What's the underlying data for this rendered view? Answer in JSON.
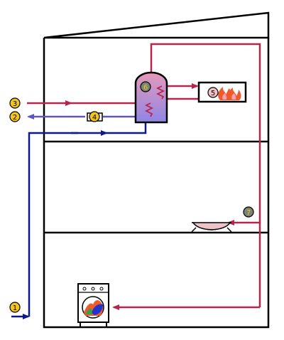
{
  "markers": [
    {
      "id": "m1",
      "label": "1"
    },
    {
      "id": "m2",
      "label": "2"
    },
    {
      "id": "m3",
      "label": "3"
    },
    {
      "id": "m4",
      "label": "4"
    },
    {
      "id": "m5",
      "label": "5"
    },
    {
      "id": "m6",
      "label": "6"
    },
    {
      "id": "m7",
      "label": "7"
    }
  ],
  "colors": {
    "hot_pipe": "#b5254e",
    "cold_pipe": "#0d1a8a",
    "return_pipe": "#5a58b8",
    "outline": "#000000",
    "marker_yellow": "#f4c51a",
    "marker_gray": "#7a8577",
    "tank_top": "#e59ab8",
    "tank_bottom": "#8f86e6",
    "basin_fill": "#efc2c8",
    "fire_outer": "#ef5a2c",
    "fire_inner": "#f6a0b0"
  }
}
